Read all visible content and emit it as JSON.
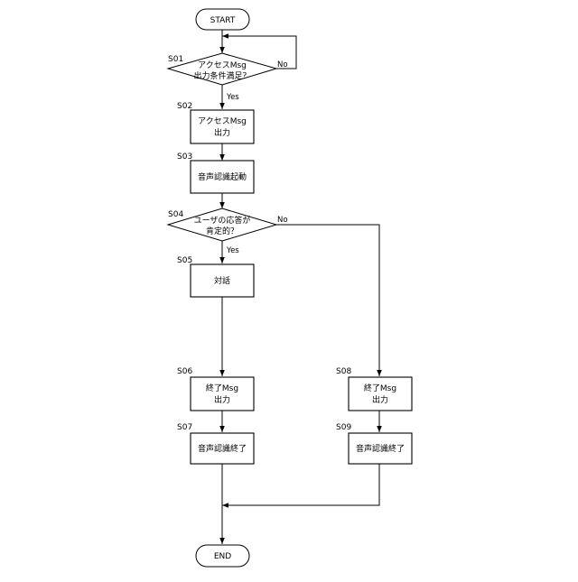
{
  "flowchart": {
    "start": "START",
    "end": "END",
    "steps": [
      {
        "id": "S01",
        "lines": [
          "アクセスMsg",
          "出力条件満足？"
        ],
        "yes": "Yes",
        "no": "No"
      },
      {
        "id": "S02",
        "lines": [
          "アクセスMsg",
          "出力"
        ]
      },
      {
        "id": "S03",
        "lines": [
          "音声認識起動"
        ]
      },
      {
        "id": "S04",
        "lines": [
          "ユーザの応答が",
          "肯定的？"
        ],
        "yes": "Yes",
        "no": "No"
      },
      {
        "id": "S05",
        "lines": [
          "対話"
        ]
      },
      {
        "id": "S06",
        "lines": [
          "終了Msg",
          "出力"
        ]
      },
      {
        "id": "S07",
        "lines": [
          "音声認識終了"
        ]
      },
      {
        "id": "S08",
        "lines": [
          "終了Msg",
          "出力"
        ]
      },
      {
        "id": "S09",
        "lines": [
          "音声認識終了"
        ]
      }
    ]
  }
}
